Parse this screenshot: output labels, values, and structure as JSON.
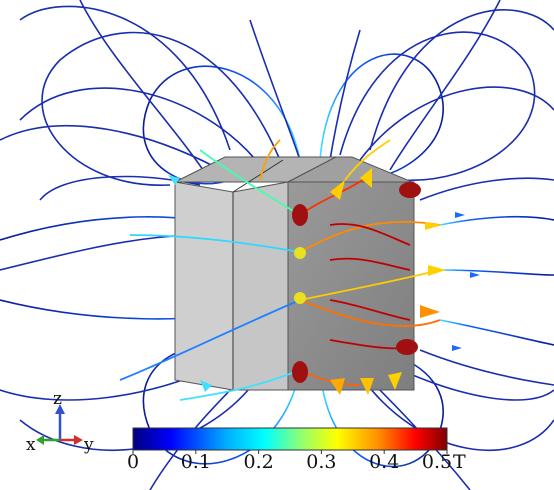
{
  "colorbar": {
    "ticks": [
      "0",
      "0.1",
      "0.2",
      "0.3",
      "0.4",
      "0.5"
    ],
    "unit": "T",
    "range": [
      0,
      0.5
    ],
    "colors": [
      "#000080",
      "#0000ff",
      "#00b0ff",
      "#00ffff",
      "#a0ff60",
      "#ffff00",
      "#ff9000",
      "#ff0000",
      "#800000"
    ]
  },
  "axis_triad": {
    "x": "x",
    "y": "y",
    "z": "z",
    "colors": {
      "x": "#30a030",
      "y": "#d03030",
      "z": "#3050d0"
    }
  },
  "scene": {
    "background": "#ffffff",
    "magnet_front_color": "#8c8c8c",
    "magnet_side_color": "#c4c4c4",
    "magnet_top_color": "#a8a8a8"
  }
}
